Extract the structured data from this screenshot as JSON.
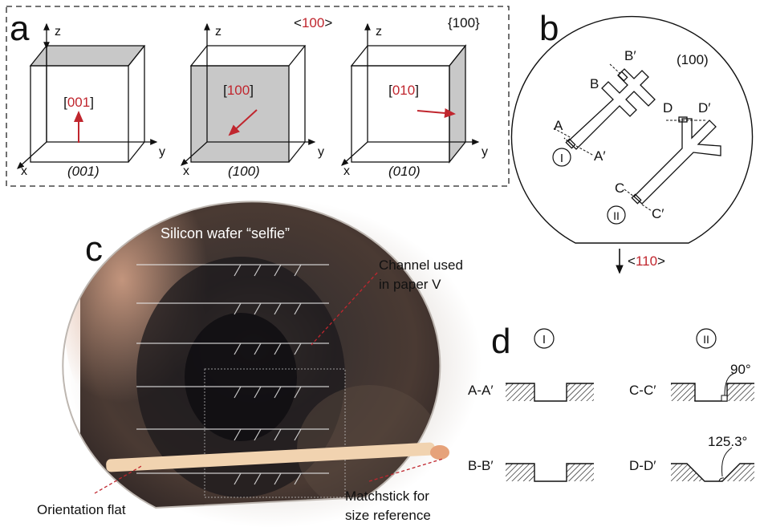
{
  "panel_a": {
    "letter": "a",
    "header_mid": "<100>",
    "header_right": "{100}",
    "cubes": [
      {
        "direction": "[001]",
        "plane": "(001)"
      },
      {
        "direction": "[100]",
        "plane": "(100)"
      },
      {
        "direction": "[010]",
        "plane": "(010)"
      }
    ],
    "axis_z": "z",
    "axis_y": "y",
    "axis_x": "x"
  },
  "panel_b": {
    "letter": "b",
    "plane_label": "(100)",
    "flat_direction": "<110>",
    "labels": {
      "A": "A",
      "A_prime": "A′",
      "B": "B",
      "B_prime": "B′",
      "C": "C",
      "C_prime": "C′",
      "D": "D",
      "D_prime": "D′",
      "I": "I",
      "II": "II"
    }
  },
  "panel_c": {
    "letter": "c",
    "title": "Silicon wafer “selfie”",
    "callout_channel_1": "Channel used",
    "callout_channel_2": "in paper V",
    "callout_flat": "Orientation flat",
    "callout_match_1": "Matchstick for",
    "callout_match_2": "size reference"
  },
  "panel_d": {
    "letter": "d",
    "col_I": "I",
    "col_II": "II",
    "rows": [
      {
        "left": "A-A′",
        "right": "C-C′",
        "angle": "90°"
      },
      {
        "left": "B-B′",
        "right": "D-D′",
        "angle": "125.3°"
      }
    ]
  },
  "colors": {
    "accent": "#c0262e",
    "face": "#c8c8c8",
    "ink": "#111111"
  }
}
